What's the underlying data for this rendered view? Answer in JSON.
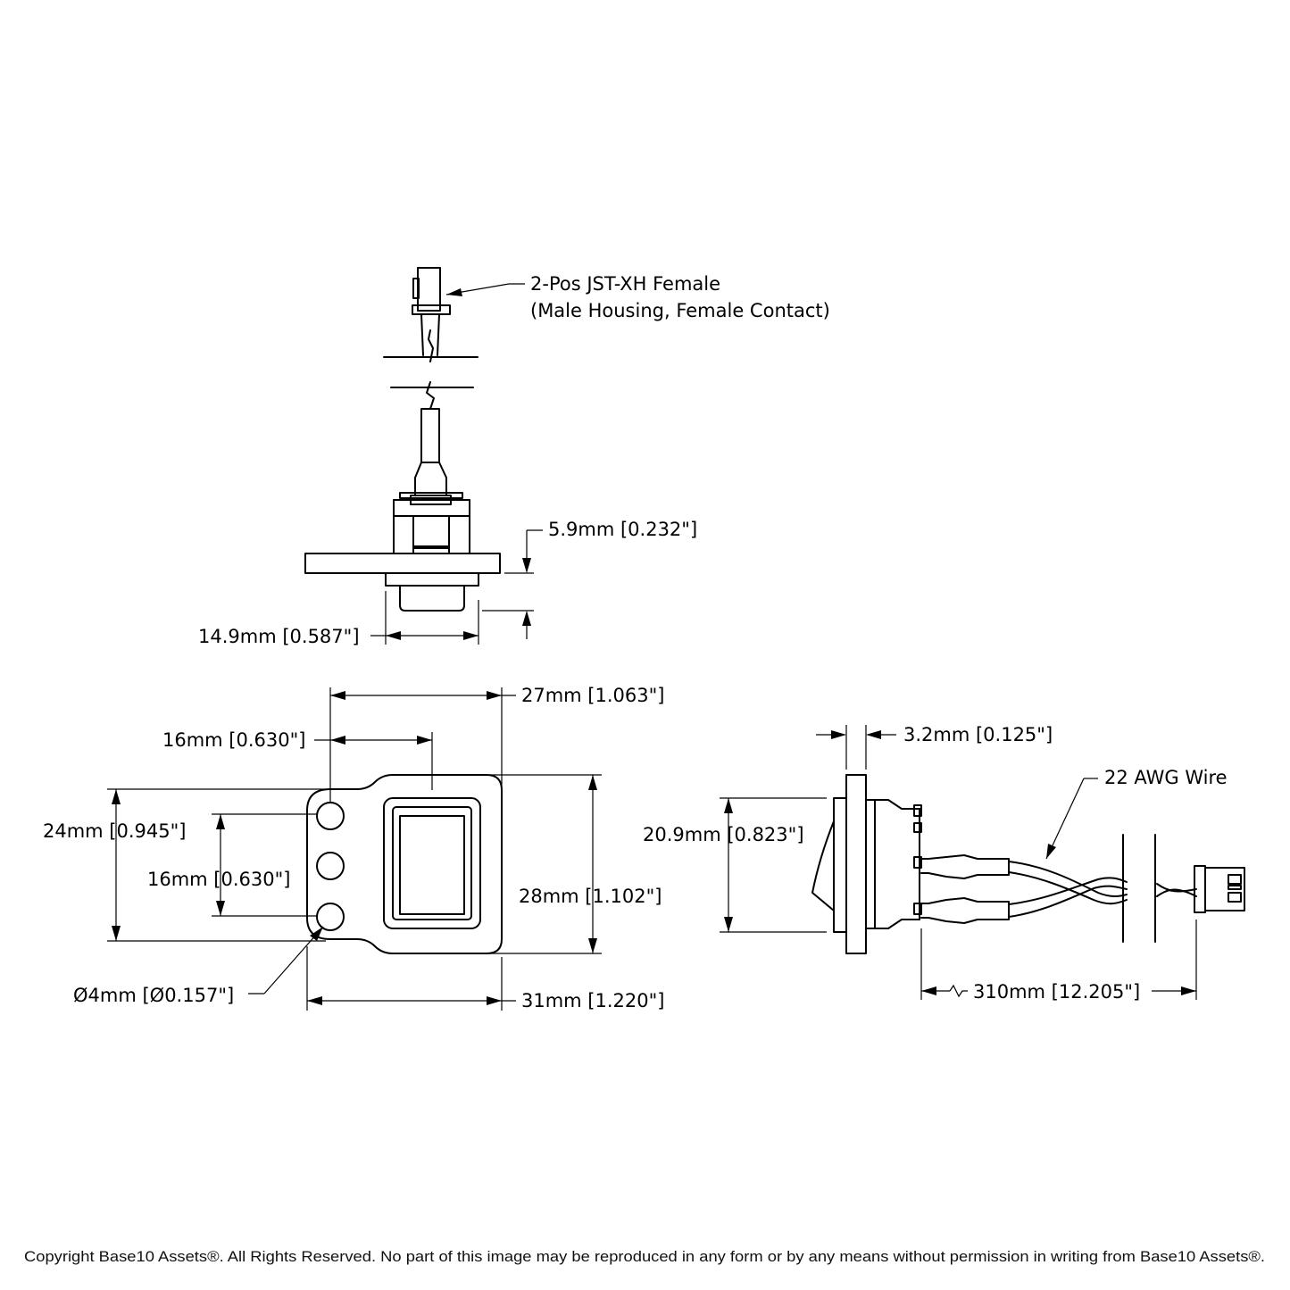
{
  "labels": {
    "connector_line1": "2-Pos JST-XH Female",
    "connector_line2": "(Male Housing, Female Contact)",
    "dim_5_9": "5.9mm [0.232\"]",
    "dim_14_9": "14.9mm [0.587\"]",
    "dim_27": "27mm [1.063\"]",
    "dim_16_h": "16mm [0.630\"]",
    "dim_24": "24mm [0.945\"]",
    "dim_16_v": "16mm [0.630\"]",
    "dim_28": "28mm [1.102\"]",
    "dim_hole": "Ø4mm [Ø0.157\"]",
    "dim_31": "31mm [1.220\"]",
    "dim_3_2": "3.2mm [0.125\"]",
    "wire_gauge": "22 AWG Wire",
    "dim_20_9": "20.9mm [0.823\"]",
    "dim_310": "310mm [12.205\"]"
  },
  "footer": {
    "copyright": "Copyright Base10 Assets®.  All Rights Reserved. No part of this image may be reproduced in any form or by any means without permission in writing from Base10 Assets®."
  }
}
